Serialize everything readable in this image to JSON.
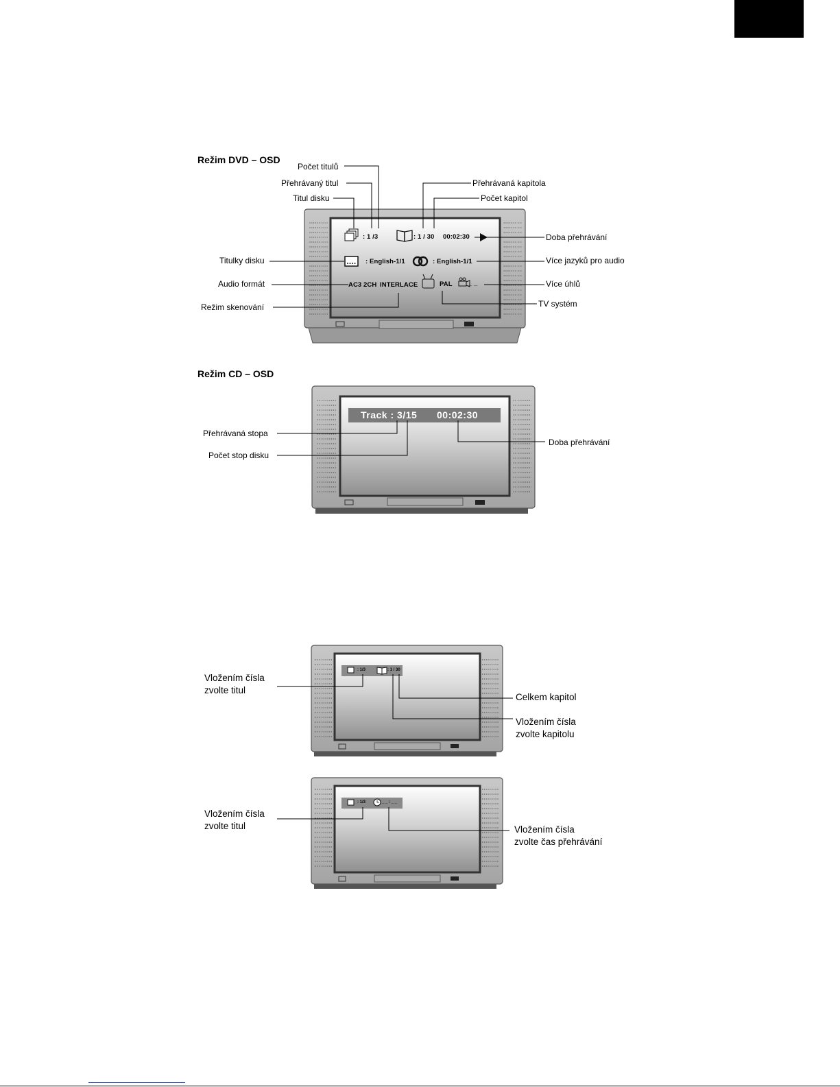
{
  "dvd_osd": {
    "heading": "Režim DVD – OSD",
    "labels": {
      "pocet_titulu": "Počet titulů",
      "prehravany_titul": "Přehrávaný titul",
      "titul_disku": "Titul disku",
      "prehravana_kapitola": "Přehrávaná kapitola",
      "pocet_kapitol": "Počet kapitol",
      "doba_prehravani": "Doba přehrávání",
      "titulky_disku": "Titulky disku",
      "vice_jazyku": "Více jazyků pro audio",
      "audio_format": "Audio formát",
      "vice_uhlu": "Více úhlů",
      "rezim_skenovani": "Režim skenování",
      "tv_system": "TV systém"
    },
    "screen": {
      "title_value": ": 1 /3",
      "chapter_value": ": 1 / 30",
      "time": "00:02:30",
      "subtitle_value": ": English-1/1",
      "audio_value": ": English-1/1",
      "audio_format": "AC3 2CH",
      "scan_mode": "INTERLACE",
      "tv_system": "PAL",
      "angle_value": "_ _"
    }
  },
  "cd_osd": {
    "heading": "Režim CD – OSD",
    "labels": {
      "prehravana_stopa": "Přehrávaná stopa",
      "pocet_stop": "Počet stop disku",
      "doba_prehravani": "Doba přehrávání"
    },
    "screen": {
      "track": "Track : 3/15",
      "time": "00:02:30"
    }
  },
  "title_chapter_search": {
    "labels": {
      "zvolte_titul_1": "Vložením čísla",
      "zvolte_titul_2": "zvolte titul",
      "celkem_kapitol": "Celkem kapitol",
      "zvolte_kapitolu_1": "Vložením čísla",
      "zvolte_kapitolu_2": "zvolte kapitolu"
    },
    "screen": {
      "title_value": ": 1/3",
      "chapter_value": ": 1 / 30"
    }
  },
  "time_search": {
    "labels": {
      "zvolte_titul_1": "Vložením čísla",
      "zvolte_titul_2": "zvolte titul",
      "zvolte_cas_1": "Vložením čísla",
      "zvolte_cas_2": "zvolte čas přehrávání"
    },
    "screen": {
      "title_value": ": 1/3",
      "time_value": "_ _ : _ _"
    }
  }
}
